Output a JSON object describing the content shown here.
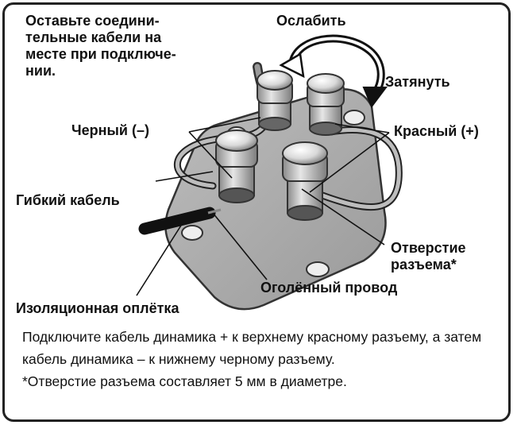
{
  "labels": {
    "note_top": "Оставьте соедини-\nтельные кабели на\nместе при подключе-\nнии.",
    "loosen": "Ослабить",
    "tighten": "Затянуть",
    "black": "Черный (–)",
    "red": "Красный (+)",
    "flex_cable": "Гибкий кабель",
    "terminal_hole": "Отверстие\nразъема*",
    "bare_wire": "Оголённый провод",
    "insulation": "Изоляционная оплётка"
  },
  "description": {
    "main": "Подключите кабель динамика + к верхнему красному разъему, а затем кабель динамика – к нижнему черному разъему.",
    "footnote": "*Отверстие разъема составляет 5 мм в диаметре."
  }
}
